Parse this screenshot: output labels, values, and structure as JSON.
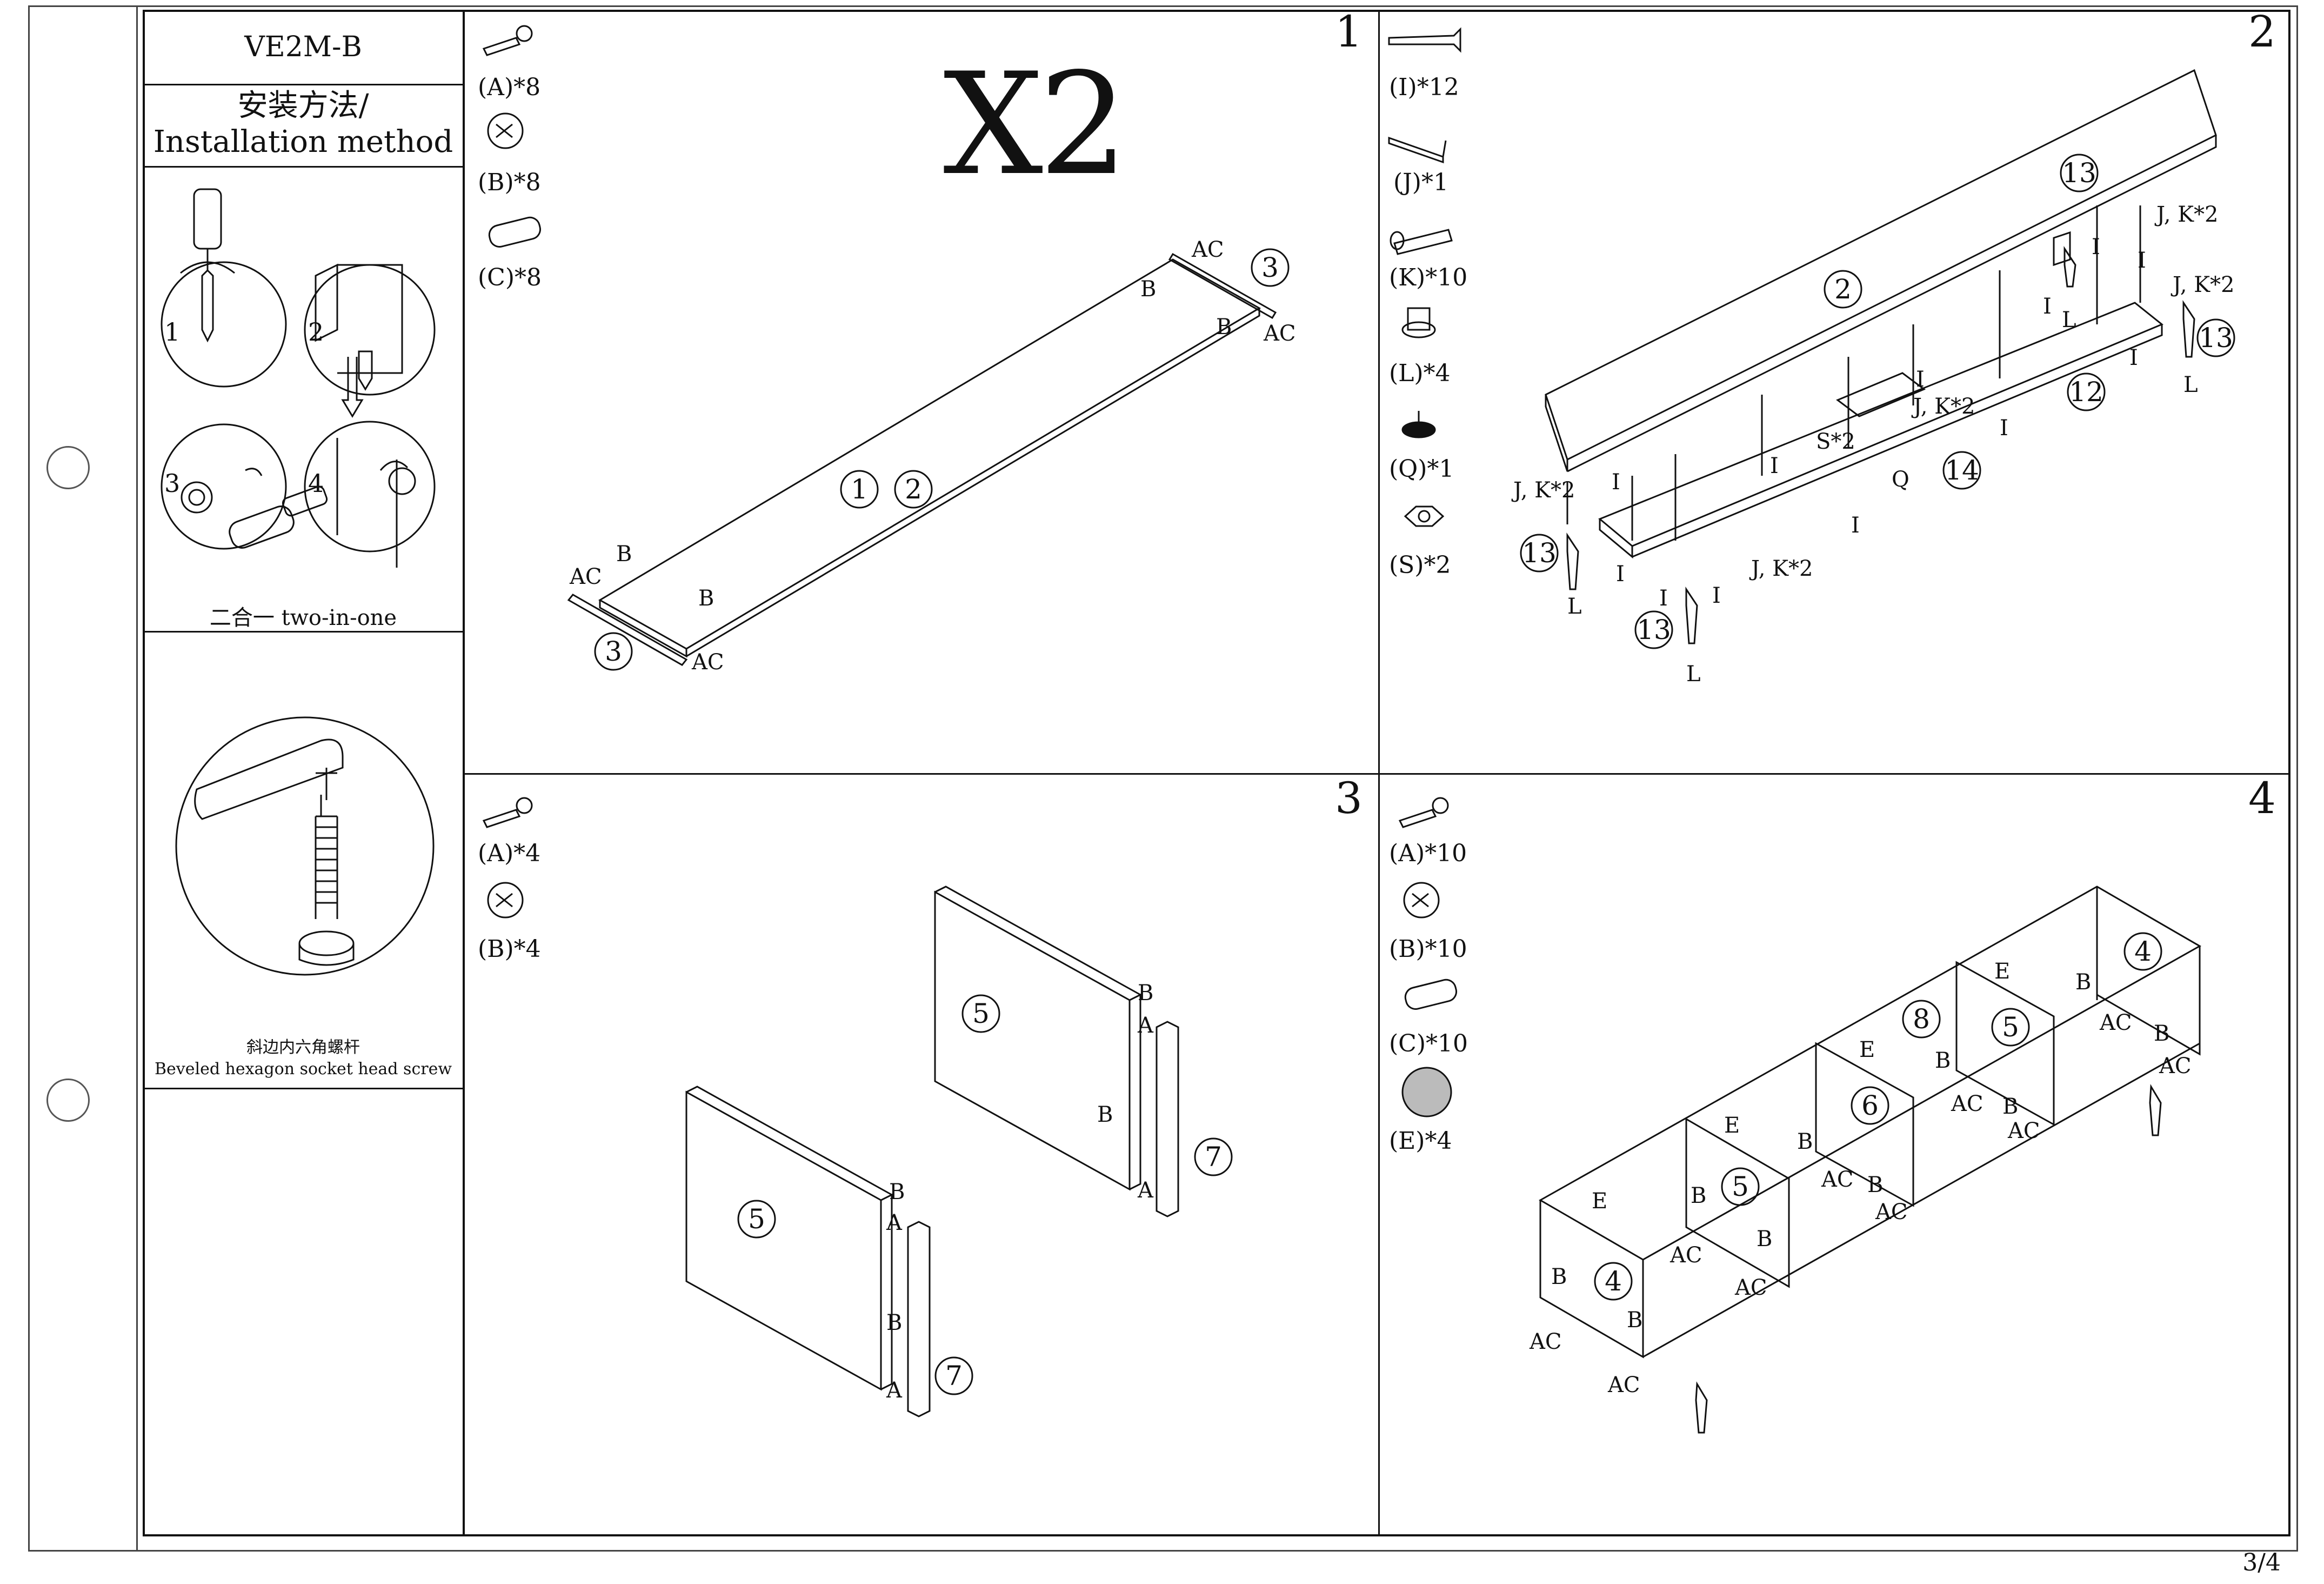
{
  "sheet": {
    "model": "VE2M-B",
    "method_cn": "安装方法/",
    "method_en": "Installation method",
    "two_in_one": "二合一  two-in-one",
    "screw_cn": "斜边内六角螺杆",
    "screw_en": "Beveled hexagon socket head screw",
    "page": "3/4"
  },
  "steps": [
    {
      "number": "1",
      "multiplier": "X2",
      "parts": [
        "(A)*8",
        "(B)*8",
        "(C)*8"
      ]
    },
    {
      "number": "2",
      "parts": [
        "(I)*12",
        "(J)*1",
        "(K)*10",
        "(L)*4",
        "(Q)*1",
        "(S)*2"
      ]
    },
    {
      "number": "3",
      "parts": [
        "(A)*4",
        "(B)*4"
      ]
    },
    {
      "number": "4",
      "parts": [
        "(A)*10",
        "(B)*10",
        "(C)*10",
        "(E)*4"
      ]
    }
  ],
  "labels": {
    "ac": "AC",
    "b": "B",
    "a": "A",
    "e": "E",
    "i": "I",
    "l": "L",
    "q": "Q",
    "jk2": "J, K*2",
    "s2": "S*2",
    "p1": "1",
    "p2": "2",
    "p3": "3",
    "p4": "4",
    "p5": "5",
    "p6": "6",
    "p7": "7",
    "p8": "8",
    "p12": "12",
    "p13": "13",
    "p14": "14",
    "n1": "1",
    "n2": "2",
    "n3": "3",
    "n4": "4"
  },
  "icons": [
    "binding-hole",
    "cam-bolt-icon",
    "cam-lock-icon",
    "dowel-icon",
    "screw-icon",
    "allen-key-icon",
    "bolt-icon",
    "leveler-icon",
    "foot-icon",
    "nut-icon",
    "cover-cap-icon"
  ]
}
